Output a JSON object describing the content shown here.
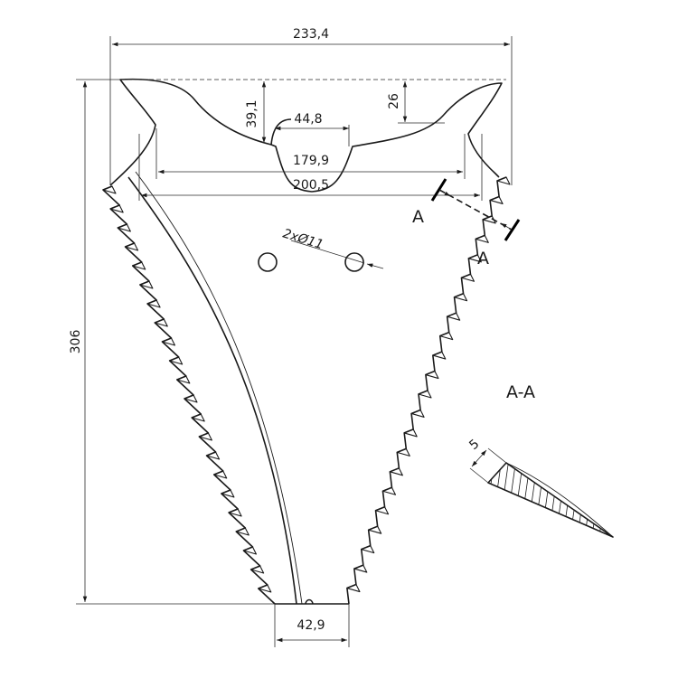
{
  "drawing": {
    "dimensions": {
      "overall_width": "233,4",
      "height": "306",
      "depth_center": "39,1",
      "depth_side": "26",
      "notch_width": "44,8",
      "inner_width": "179,9",
      "outer_width": "200,5",
      "tip_width": "42,9",
      "hole_spec": "2xØ11",
      "section_thickness": "5"
    },
    "section": {
      "marker": "A",
      "marker_lower": "A",
      "title": "A-A"
    },
    "colors": {
      "line": "#1a1a1a",
      "background": "#ffffff"
    }
  }
}
